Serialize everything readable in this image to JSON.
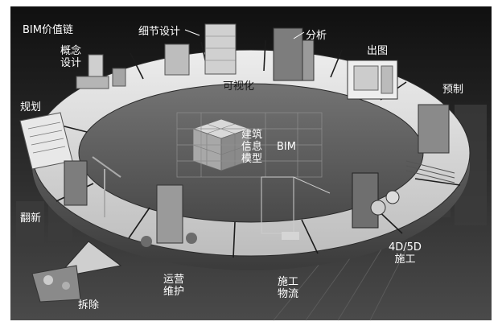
{
  "title": "BIM价值链",
  "center": {
    "lines": [
      "建筑",
      "信息",
      "模型"
    ],
    "abbr": "BIM"
  },
  "ring_label": "可视化",
  "stages": [
    {
      "id": "concept",
      "lines": [
        "概念",
        "设计"
      ]
    },
    {
      "id": "detail",
      "lines": [
        "细节设计"
      ]
    },
    {
      "id": "analysis",
      "lines": [
        "分析"
      ]
    },
    {
      "id": "drawing",
      "lines": [
        "出图"
      ]
    },
    {
      "id": "prefab",
      "lines": [
        "预制"
      ]
    },
    {
      "id": "construction",
      "lines": [
        "4D/5D",
        "施工"
      ]
    },
    {
      "id": "logistics",
      "lines": [
        "施工",
        "物流"
      ]
    },
    {
      "id": "operation",
      "lines": [
        "运营",
        "维护"
      ]
    },
    {
      "id": "demolition",
      "lines": [
        "拆除"
      ]
    },
    {
      "id": "renovation",
      "lines": [
        "翻新"
      ]
    },
    {
      "id": "planning",
      "lines": [
        "规划"
      ]
    }
  ]
}
